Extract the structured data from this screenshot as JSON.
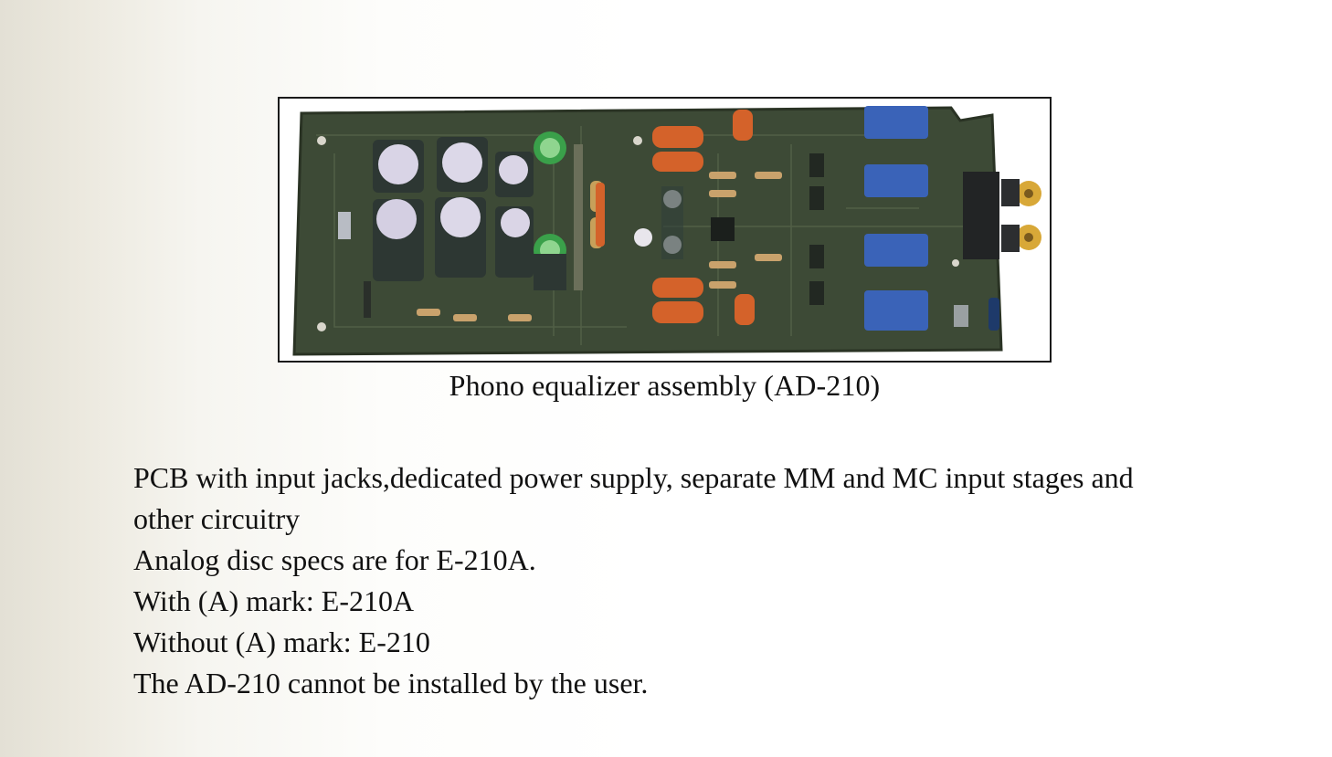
{
  "figure": {
    "alt": "Phono equalizer circuit board photo",
    "caption": "Phono equalizer assembly (AD-210)"
  },
  "text_lines": [
    "PCB with input jacks,dedicated power supply, separate MM and MC input stages and other circuitry",
    "Analog disc specs are for E-210A.",
    "With (A) mark: E-210A",
    "Without (A) mark: E-210",
    "The AD-210 cannot be installed by the user."
  ],
  "colors": {
    "pcb": "#3d4a36",
    "capacitor_sleeve": "#2f3a36",
    "capacitor_top": "#d9d4e6",
    "green_cap": "#3aa04a",
    "orange_cap": "#d4622a",
    "blue_trimmer": "#3a63b8",
    "gold_jack": "#d8a838"
  }
}
